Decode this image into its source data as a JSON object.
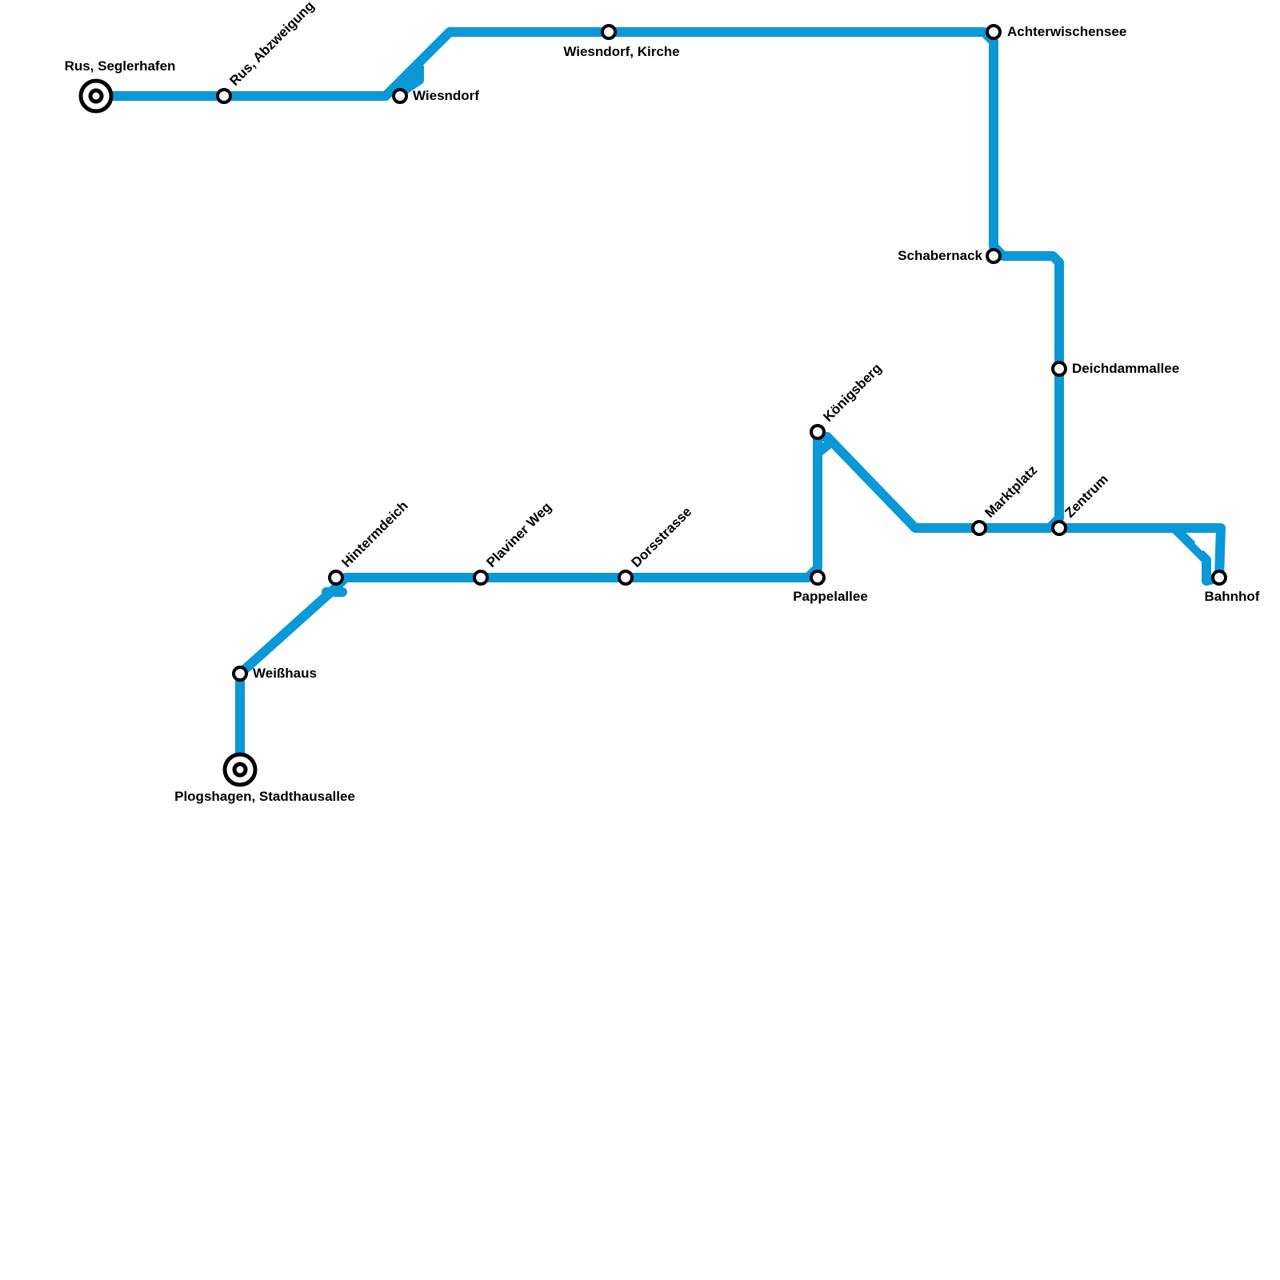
{
  "line": {
    "color": "#0b98d6"
  },
  "stations": {
    "rus_seglerhafen": "Rus, Seglerhafen",
    "rus_abzweigung": "Rus, Abzweigung",
    "wiesndorf": "Wiesndorf",
    "wiesndorf_kirche": "Wiesndorf, Kirche",
    "achterwischensee": "Achterwischensee",
    "schabernack": "Schabernack",
    "deichdammallee": "Deichdammallee",
    "zentrum": "Zentrum",
    "marktplatz": "Marktplatz",
    "bahnhof": "Bahnhof",
    "koenigsberg": "Königsberg",
    "pappelallee": "Pappelallee",
    "dorsstrasse": "Dorsstrasse",
    "plaviner_weg": "Plaviner Weg",
    "hintermdeich": "Hintermdeich",
    "weisshaus": "Weißhaus",
    "plogshagen_stadthausallee": "Plogshagen, Stadthausallee"
  }
}
